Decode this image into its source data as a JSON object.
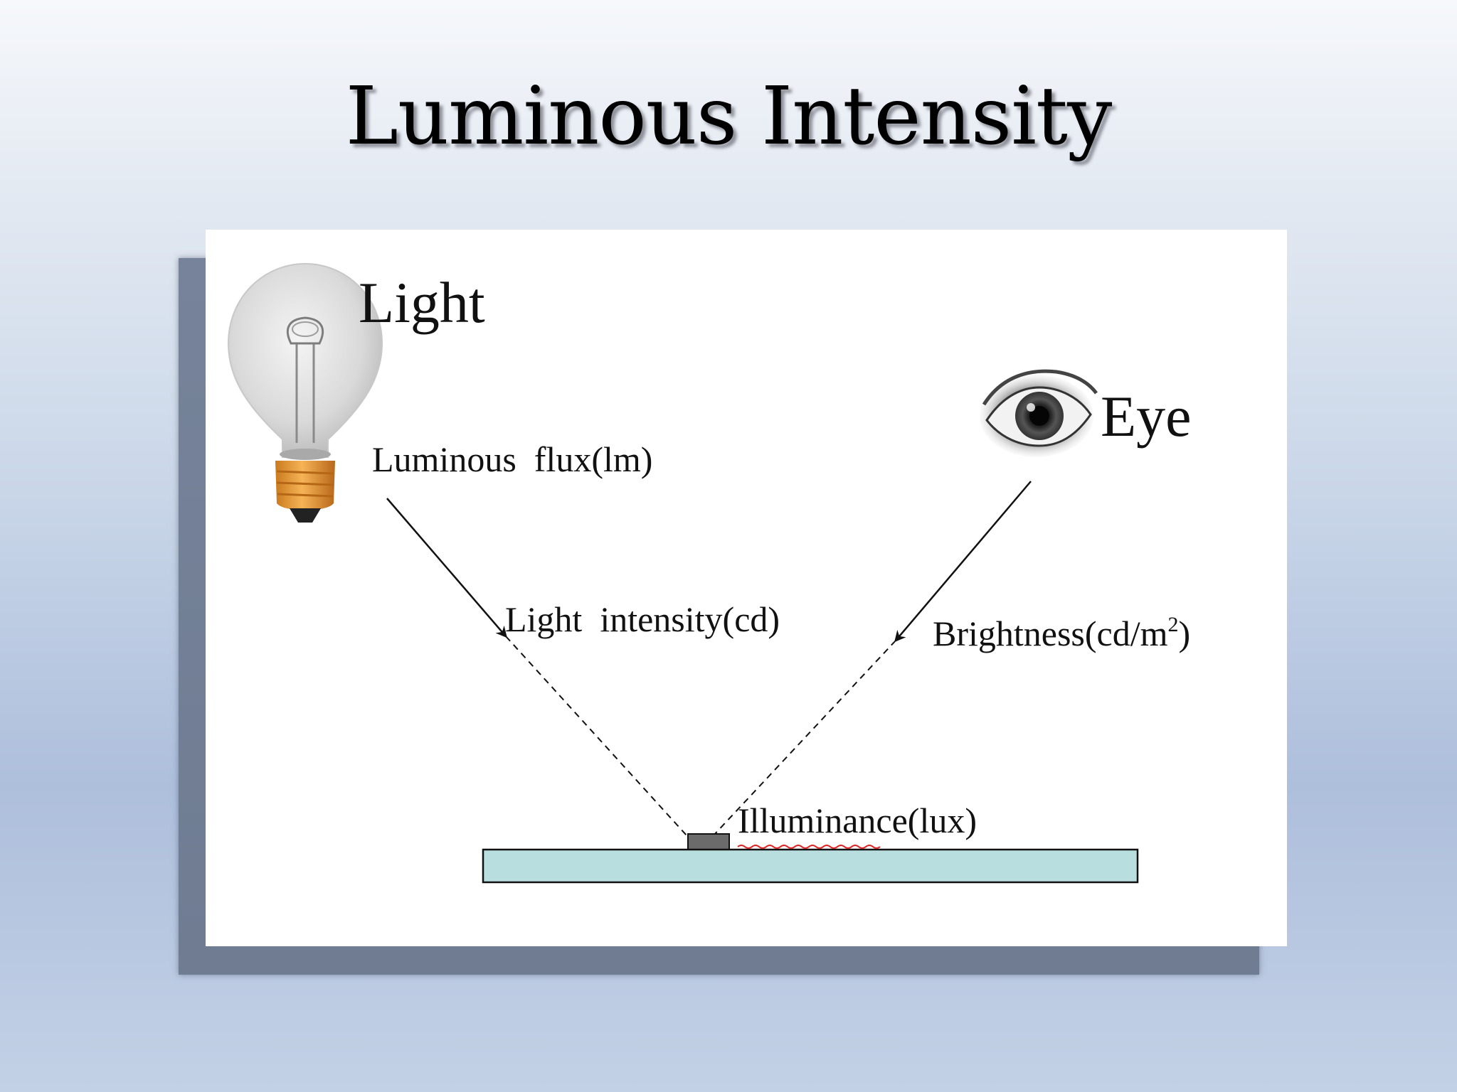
{
  "slide": {
    "title": "Luminous Intensity"
  },
  "diagram": {
    "light_label": "Light",
    "eye_label": "Eye",
    "luminous_flux_label": "Luminous  flux(lm)",
    "light_intensity_label": "Light  intensity(cd)",
    "brightness_label": "Brightness(cd/m",
    "brightness_superscript": "2",
    "brightness_close": ")",
    "illuminance_label": "Illuminance(lux)",
    "icons": [
      "light-bulb-icon",
      "eye-icon"
    ]
  },
  "colors": {
    "surface_fill": "#b9dedf",
    "bulb_base": "#f0a23a",
    "target_block": "#6b6b6b"
  }
}
